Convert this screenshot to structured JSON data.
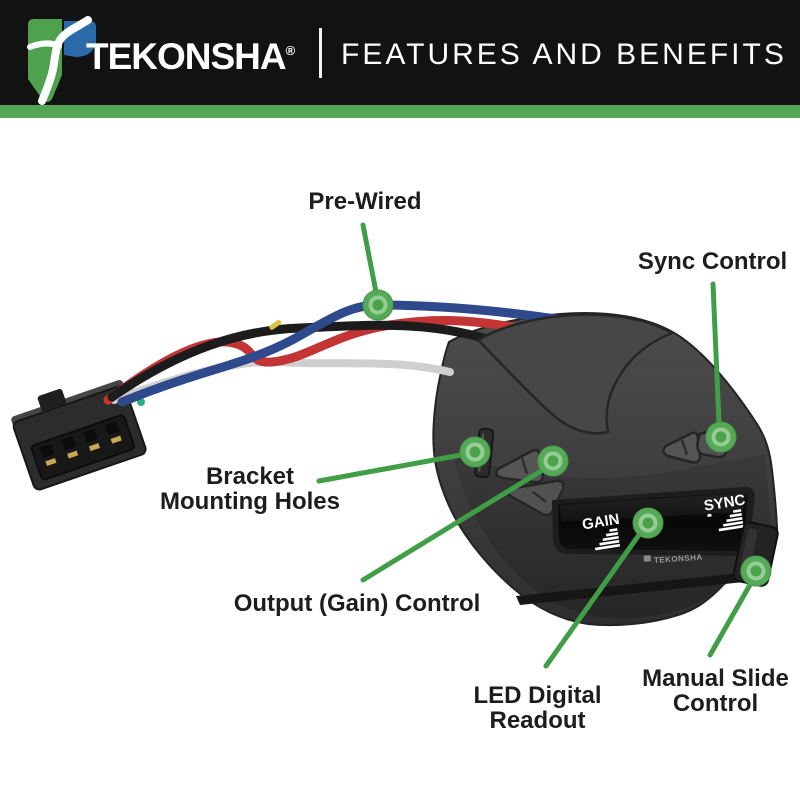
{
  "header": {
    "brand": "TEKONSHA",
    "registered": "®",
    "title": "FEATURES AND BENEFITS"
  },
  "device": {
    "gain_label": "GAIN",
    "sync_label": "SYNC",
    "brand_small": "TEKONSHA"
  },
  "callouts": {
    "pre_wired": {
      "label": "Pre-Wired"
    },
    "sync_control": {
      "label": "Sync Control"
    },
    "bracket_mounting_holes": {
      "line1": "Bracket",
      "line2": "Mounting Holes"
    },
    "output_gain_control": {
      "label": "Output (Gain) Control"
    },
    "led_digital_readout": {
      "line1": "LED Digital",
      "line2": "Readout"
    },
    "manual_slide_control": {
      "line1": "Manual Slide",
      "line2": "Control"
    }
  },
  "colors": {
    "header_black": "#121212",
    "accent_green_bar": "#55a756",
    "callout_line_green": "#3f9e46",
    "marker_green_outer": "#56a956",
    "marker_green_ring": "#97cd94",
    "logo_green": "#4ea14d",
    "logo_blue": "#2a6aa8",
    "wire_red": "#c33434",
    "wire_blue": "#2e4a8c",
    "wire_black": "#1c1c1c",
    "wire_white": "#cfcfcf",
    "label_text": "#1d1d1d"
  }
}
